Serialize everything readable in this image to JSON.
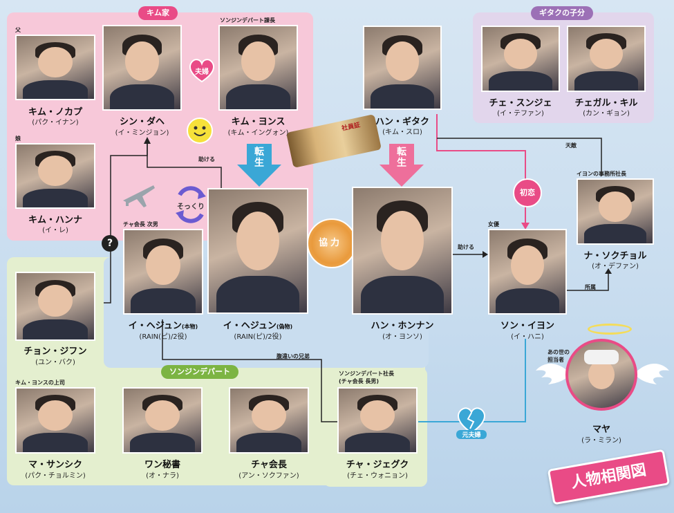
{
  "groups": {
    "kim_family": "キム家",
    "gitak_henchmen": "ギタクの子分",
    "sonjin_dept": "ソンジンデパート"
  },
  "people": {
    "kim_nokapu": {
      "name": "キム・ノカプ",
      "actor": "(パク・イナン)",
      "role": "父"
    },
    "shin_dahe": {
      "name": "シン・ダヘ",
      "actor": "(イ・ミンジョン)"
    },
    "kim_yonsu": {
      "name": "キム・ヨンス",
      "actor": "(キム・イングォン)",
      "role": "ソンジンデパート課長"
    },
    "kim_hanna": {
      "name": "キム・ハンナ",
      "actor": "(イ・レ)",
      "role": "娘"
    },
    "han_gitak": {
      "name": "ハン・ギタク",
      "actor": "(キム・スロ)"
    },
    "che_sunje": {
      "name": "チェ・スンジェ",
      "actor": "(イ・テファン)"
    },
    "chegal_kiru": {
      "name": "チェガル・キル",
      "actor": "(カン・ギョン)"
    },
    "na_sokuchoru": {
      "name": "ナ・ソクチョル",
      "actor": "(オ・デファン)",
      "role": "イヨンの事務所社長"
    },
    "lee_hejun_real": {
      "name": "イ・ヘジュン",
      "name_suffix": "(本物)",
      "actor": "(RAIN(ピ)/2役)",
      "role": "チャ会長 次男"
    },
    "lee_hejun_fake": {
      "name": "イ・ヘジュン",
      "name_suffix": "(偽物)",
      "actor": "(RAIN(ピ)/2役)"
    },
    "han_honnan": {
      "name": "ハン・ホンナン",
      "actor": "(オ・ヨンソ)"
    },
    "son_iyon": {
      "name": "ソン・イヨン",
      "actor": "(イ・ハニ)",
      "role": "女優"
    },
    "chon_jifun": {
      "name": "チョン・ジフン",
      "actor": "(ユン・バク)"
    },
    "ma_sanshiku": {
      "name": "マ・サンシク",
      "actor": "(パク・チョルミン)",
      "role": "キム・ヨンスの上司"
    },
    "wan_secretary": {
      "name": "ワン秘書",
      "actor": "(オ・ナラ)"
    },
    "cha_chairman": {
      "name": "チャ会長",
      "actor": "(アン・ソクファン)"
    },
    "cha_jeguku": {
      "name": "チャ・ジェグク",
      "actor": "(チェ・ウォニョン)",
      "role1": "ソンジンデパート社長",
      "role2": "(チャ会長 長男)"
    },
    "maya": {
      "name": "マヤ",
      "actor": "(ラ・ミラン)",
      "role1": "あの世の",
      "role2": "担当者"
    }
  },
  "relations": {
    "fuufu": "夫婦",
    "tasukeru1": "助ける",
    "tensei1": "転生",
    "tensei2": "転生",
    "kyoryoku": "協力",
    "hatsukoi": "初恋",
    "tenteki": "天敵",
    "tasukeru2": "助ける",
    "shozoku": "所属",
    "sokkuri": "そっくり",
    "question": "?",
    "haraigai": "腹違いの兄弟",
    "motofuufu": "元夫婦"
  },
  "title": "人物相関図",
  "scroll_label": "社員証",
  "colors": {
    "pink": "#e94b86",
    "purple": "#9c70b6",
    "green": "#7cb443",
    "blue": "#3aa7d6",
    "brown": "#a07d4c"
  }
}
